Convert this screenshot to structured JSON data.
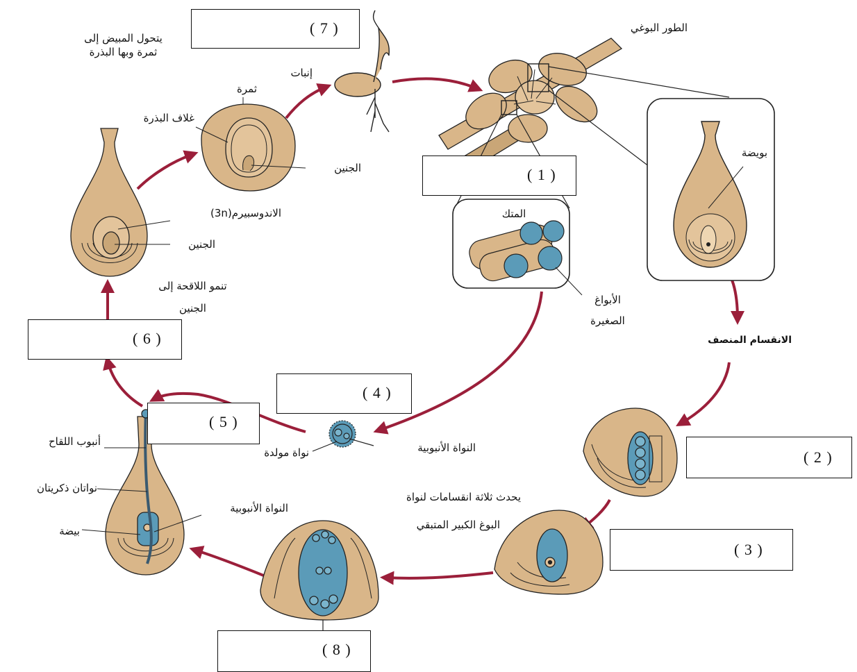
{
  "colors": {
    "tissue": "#d9b689",
    "tissue_dark": "#a47c4a",
    "cell_blue": "#5b9bb8",
    "arrow": "#9b1f3a",
    "outline": "#222222"
  },
  "boxes": [
    "( 7 )",
    "( 1 )",
    "( 2 )",
    "( 3 )",
    "( 4 )",
    "( 5 )",
    "( 6 )",
    "( 8 )"
  ],
  "labels": {
    "sporophyte": "الطور البوغي",
    "ovary_to_fruit_1": "يتحول المبيض إلى",
    "ovary_to_fruit_2": "ثمرة وبها البذرة",
    "germination": "إنبات",
    "fruit": "ثمرة",
    "seed_coat": "غلاف البذرة",
    "embryo_seed": "الجنين",
    "endosperm": "الاندوسبيرم(3n)",
    "embryo_ovule": "الجنين",
    "zygote_1": "تنمو اللاقحة إلى",
    "zygote_2": "الجنين",
    "anther": "المتك",
    "microspores_1": "الأبواغ",
    "microspores_2": "الصغيرة",
    "ovule": "بويضة",
    "meiosis": "الانقسام المنصف",
    "generative_nucleus": "نواة مولدة",
    "tube_nucleus": "النواة الأنبوبية",
    "pollen_tube": "أنبوب اللقاح",
    "sperm_nuclei": "نواتان ذكريتان",
    "tube_nucleus_2": "النواة الأنبوبية",
    "egg": "بيضة",
    "three_divisions": "يحدث ثلاثة انقسامات لنواة",
    "megaspore": "البوغ الكبير المتبقي"
  }
}
